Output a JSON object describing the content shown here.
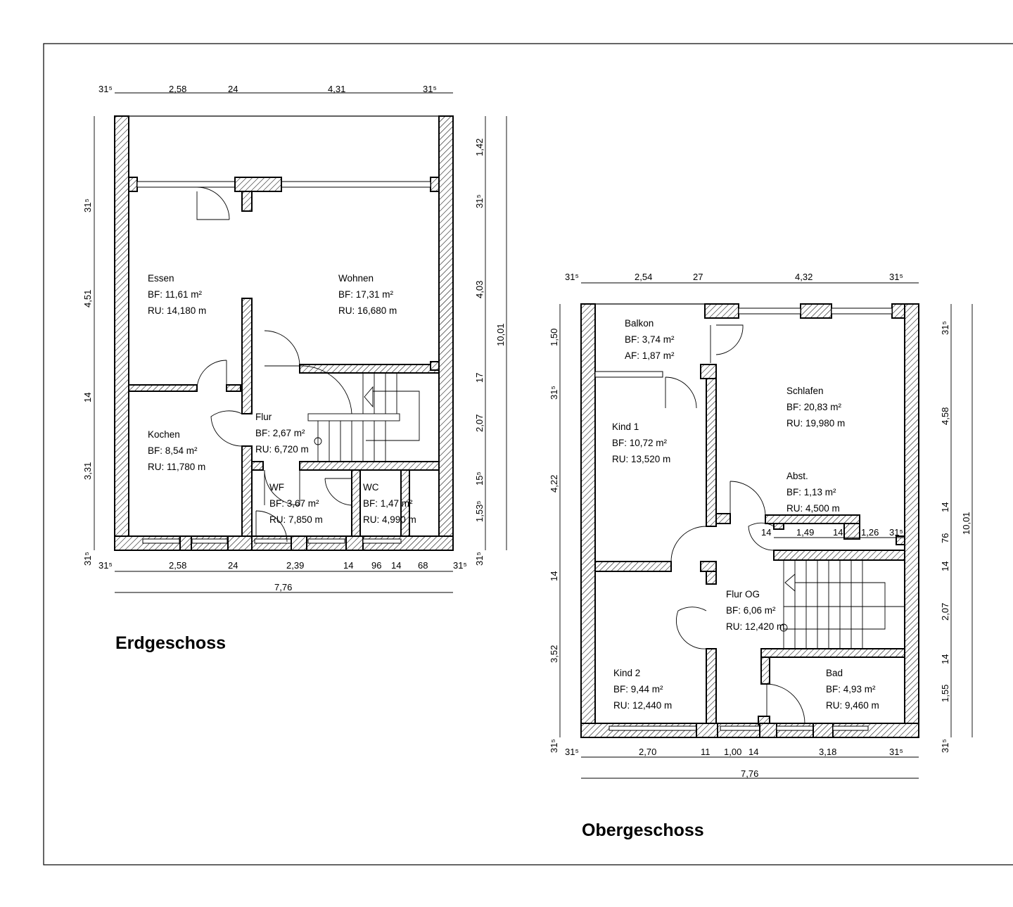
{
  "floors": {
    "eg": {
      "title": "Erdgeschoss",
      "rooms": {
        "essen": {
          "name": "Essen",
          "bf": "BF:  11,61 m²",
          "ru": "RU: 14,180 m"
        },
        "wohnen": {
          "name": "Wohnen",
          "bf": "BF:  17,31 m²",
          "ru": "RU: 16,680 m"
        },
        "flur": {
          "name": "Flur",
          "bf": "BF:  2,67 m²",
          "ru": "RU: 6,720 m"
        },
        "kochen": {
          "name": "Kochen",
          "bf": "BF:   8,54 m²",
          "ru": "RU: 11,780 m"
        },
        "wf": {
          "name": "WF",
          "bf": "BF:   3,67 m²",
          "ru": "RU: 7,850 m"
        },
        "wc": {
          "name": "WC",
          "bf": "BF:   1,47 m²",
          "ru": "RU: 4,990 m"
        }
      },
      "dims_top": [
        "31⁵",
        "2,58",
        "24",
        "4,31",
        "31⁵"
      ],
      "dims_bottom": [
        "31⁵",
        "2,58",
        "24",
        "2,39",
        "14",
        "96",
        "14",
        "68",
        "31⁵"
      ],
      "dims_left": [
        "31⁵",
        "4,51",
        "14",
        "3,31",
        "31⁵"
      ],
      "dims_right": [
        "1,42",
        "31⁵",
        "4,03",
        "17",
        "2,07",
        "15⁵",
        "1,53⁵",
        "31⁵"
      ],
      "total_width": "7,76",
      "total_depth": "10,01"
    },
    "og": {
      "title": "Obergeschoss",
      "rooms": {
        "balkon": {
          "name": "Balkon",
          "bf": "BF: 3,74 m²",
          "af": "AF: 1,87 m²"
        },
        "schlafen": {
          "name": "Schlafen",
          "bf": "BF:  20,83 m²",
          "ru": "RU: 19,980 m"
        },
        "kind1": {
          "name": "Kind 1",
          "bf": "BF:   10,72 m²",
          "ru": "RU: 13,520 m"
        },
        "abst": {
          "name": "Abst.",
          "bf": "BF:   1,13 m²",
          "ru": "RU: 4,500 m"
        },
        "flur_og": {
          "name": "Flur OG",
          "bf": "BF:   6,06 m²",
          "ru": "RU: 12,420 m"
        },
        "kind2": {
          "name": "Kind 2",
          "bf": "BF:   9,44 m²",
          "ru": "RU: 12,440 m"
        },
        "bad": {
          "name": "Bad",
          "bf": "BF:   4,93 m²",
          "ru": "RU: 9,460 m"
        }
      },
      "dims_top": [
        "31⁵",
        "2,54",
        "27",
        "4,32",
        "31⁵"
      ],
      "dims_bottom": [
        "31⁵",
        "2,70",
        "11",
        "1,00",
        "14",
        "3,18",
        "31⁵"
      ],
      "dims_left": [
        "1,50",
        "31⁵",
        "4,22",
        "14",
        "3,52",
        "31⁵"
      ],
      "dims_right": [
        "31⁵",
        "4,58",
        "14",
        "76",
        "14",
        "2,07",
        "14",
        "1,55",
        "31⁵"
      ],
      "dims_inner": [
        "14",
        "1,49",
        "14",
        "1,26",
        "31⁵"
      ],
      "total_width": "7,76",
      "total_depth": "10,01"
    }
  }
}
